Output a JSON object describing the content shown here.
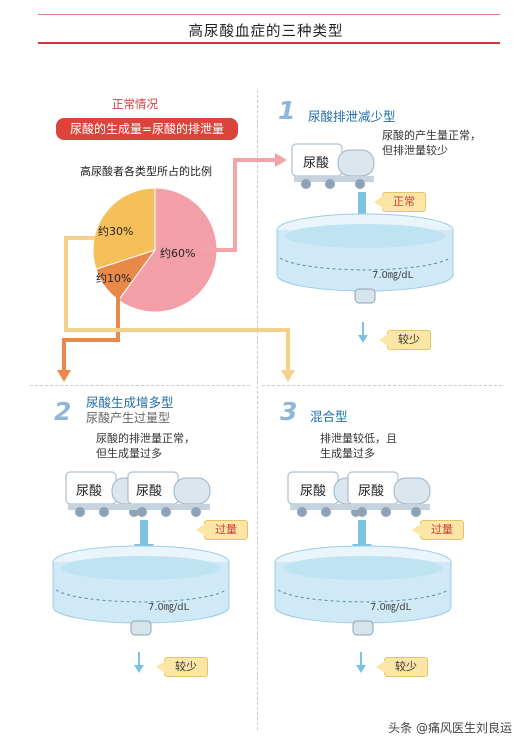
{
  "title": "高尿酸血症的三种类型",
  "normal": {
    "label": "正常情况",
    "equation": "尿酸的生成量=尿酸的排泄量"
  },
  "pie": {
    "title": "高尿酸者各类型所占的比例",
    "slices": [
      {
        "label": "约60%",
        "value": 60,
        "color": "#f29fa8"
      },
      {
        "label": "约10%",
        "value": 10,
        "color": "#e8894a"
      },
      {
        "label": "约30%",
        "value": 30,
        "color": "#f5c05a"
      }
    ]
  },
  "type1": {
    "number": "1",
    "name": "尿酸排泄减少型",
    "desc_line1": "尿酸的产生量正常，",
    "desc_line2": "但排泄量较少",
    "truck_label": "尿酸",
    "tag_in": "正常",
    "concentration": "7.0㎎/dL",
    "tag_out": "较少"
  },
  "type2": {
    "number": "2",
    "name": "尿酸生成增多型",
    "subname": "尿酸产生过量型",
    "desc_line1": "尿酸的排泄量正常，",
    "desc_line2": "但生成量过多",
    "truck_label_a": "尿酸",
    "truck_label_b": "尿酸",
    "tag_in": "过量",
    "concentration": "7.0㎎/dL",
    "tag_out": "较少"
  },
  "type3": {
    "number": "3",
    "name": "混合型",
    "desc_line1": "排泄量较低，且",
    "desc_line2": "生成量过多",
    "truck_label_a": "尿酸",
    "truck_label_b": "尿酸",
    "tag_in": "过量",
    "concentration": "7.0㎎/dL",
    "tag_out": "较少"
  },
  "watermark": "头条 @痛风医生刘良运",
  "colors": {
    "title_line_red": "#d23a3a",
    "accent_blue": "#1f6ea8",
    "water": "#bfe3f2",
    "arrow_orange": "#e8894a",
    "arrow_yellow": "#f5d08a"
  }
}
